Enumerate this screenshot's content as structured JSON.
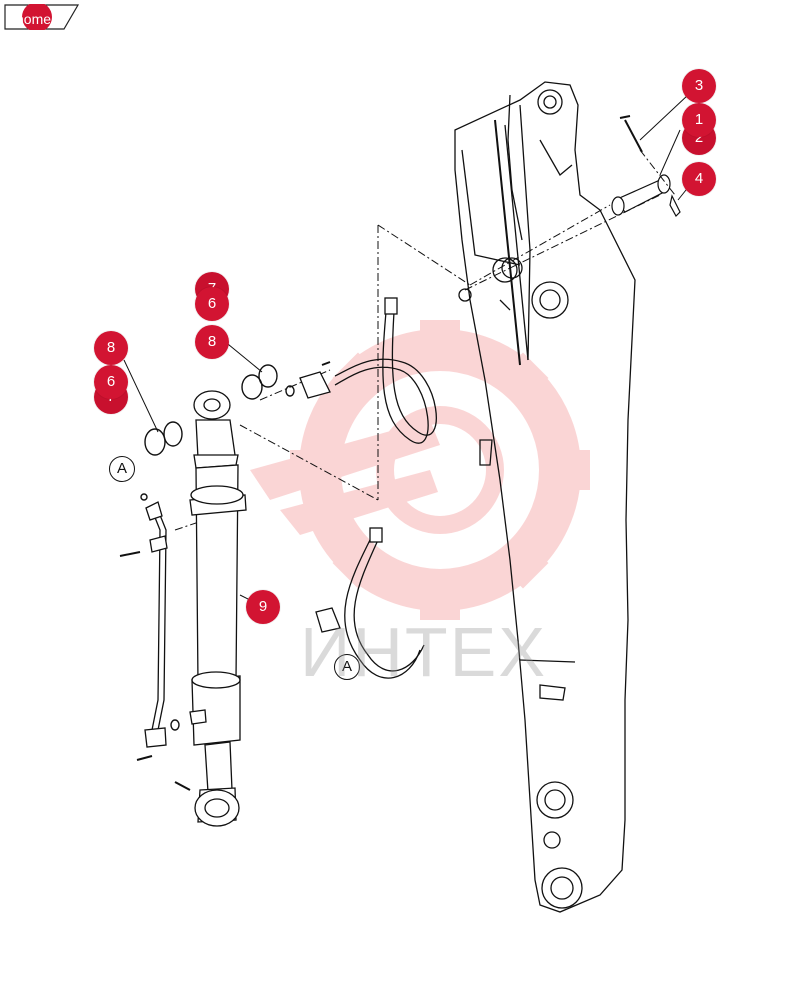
{
  "nav": {
    "home_label": "home"
  },
  "callouts": {
    "c1": "1",
    "c2": "2",
    "c3": "3",
    "c4": "4",
    "c6_top": "6",
    "c6_left": "6",
    "c7": "7",
    "c8_top": "8",
    "c8_left": "8",
    "c9": "9"
  },
  "detail_labels": {
    "a_upper": "A",
    "a_lower": "A"
  },
  "watermark": {
    "text": "ИНТЕХ"
  },
  "colors": {
    "callout": "#d21432",
    "watermark": "#f06b6b",
    "line": "#111111"
  }
}
